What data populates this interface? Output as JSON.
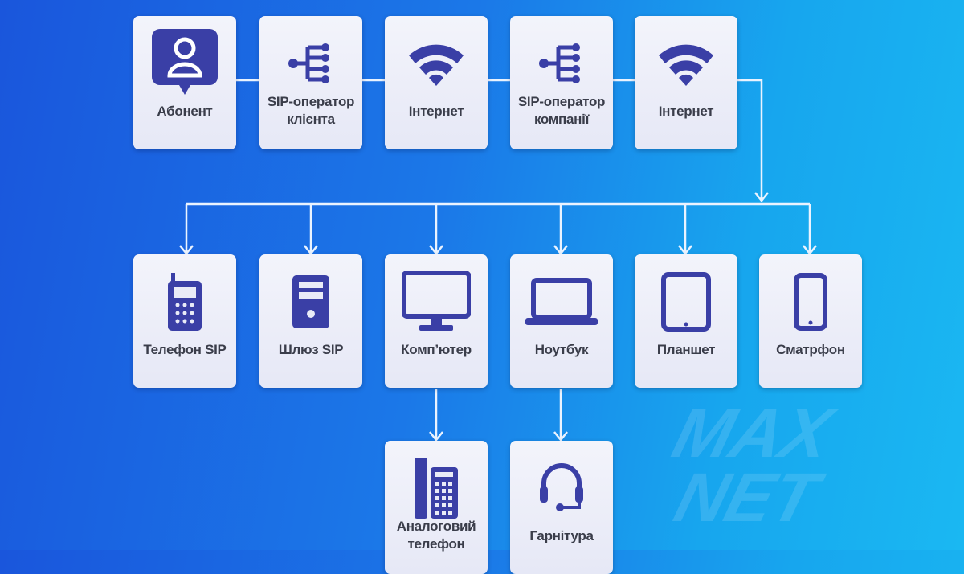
{
  "top_row": [
    {
      "label": [
        "Абонент"
      ],
      "icon": "user-chat-icon"
    },
    {
      "label": [
        "SIP-оператор",
        "клієнта"
      ],
      "icon": "network-branch-icon"
    },
    {
      "label": [
        "Інтернет"
      ],
      "icon": "wifi-icon"
    },
    {
      "label": [
        "SIP-оператор",
        "компанії"
      ],
      "icon": "network-branch-icon"
    },
    {
      "label": [
        "Інтернет"
      ],
      "icon": "wifi-icon"
    }
  ],
  "device_row": [
    {
      "label": [
        "Телефон SIP"
      ],
      "icon": "mobile-phone-icon"
    },
    {
      "label": [
        "Шлюз SIP"
      ],
      "icon": "server-icon"
    },
    {
      "label": [
        "Комп’ютер"
      ],
      "icon": "monitor-icon"
    },
    {
      "label": [
        "Ноутбук"
      ],
      "icon": "laptop-icon"
    },
    {
      "label": [
        "Планшет"
      ],
      "icon": "tablet-icon"
    },
    {
      "label": [
        "Сматрфон"
      ],
      "icon": "smartphone-icon"
    }
  ],
  "bottom_row": [
    {
      "label": [
        "Аналоговий",
        "телефон"
      ],
      "icon": "desk-phone-icon"
    },
    {
      "label": [
        "Гарнітура"
      ],
      "icon": "headset-icon"
    }
  ],
  "logo": "MAX NET",
  "colors": {
    "icon": "#3a3fa6",
    "line": "#ffffff"
  }
}
